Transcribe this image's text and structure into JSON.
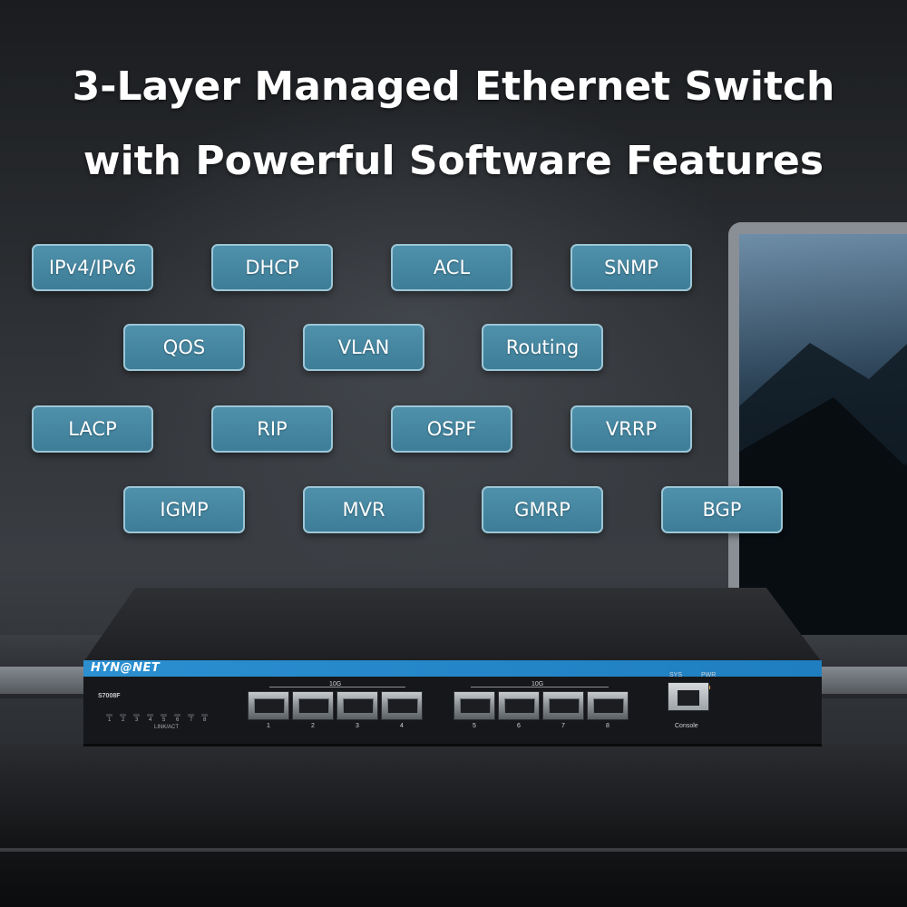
{
  "headline": {
    "line1": "3-Layer Managed Ethernet Switch",
    "line2": "with Powerful Software Features"
  },
  "features": [
    "IPv4/IPv6",
    "DHCP",
    "ACL",
    "SNMP",
    "QOS",
    "VLAN",
    "Routing",
    "LACP",
    "RIP",
    "OSPF",
    "VRRP",
    "IGMP",
    "MVR",
    "GMRP",
    "BGP"
  ],
  "device": {
    "brand": "HYN@NET",
    "model": "S7008F",
    "led_label": "LINK/ACT",
    "led_numbers": [
      "1",
      "2",
      "3",
      "4",
      "5",
      "6",
      "7",
      "8"
    ],
    "group_left_label": "10G",
    "group_right_label": "10G",
    "port_numbers": [
      "1",
      "2",
      "3",
      "4",
      "5",
      "6",
      "7",
      "8"
    ],
    "sys_label": "SYS",
    "pwr_label": "PWR",
    "console_label": "Console"
  },
  "colors": {
    "tag_fill": "#4a8ba6",
    "tag_border": "#9cc6d6",
    "brand_band": "#2b8fd0",
    "led_green": "#43d04a",
    "led_orange": "#e8a43a"
  }
}
